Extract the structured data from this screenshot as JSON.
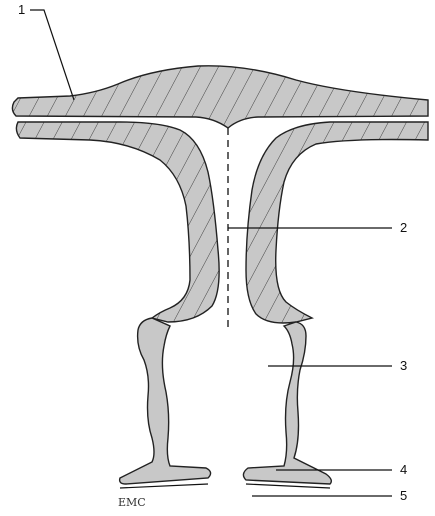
{
  "labels": [
    {
      "id": "1",
      "text": "1"
    },
    {
      "id": "2",
      "text": "2"
    },
    {
      "id": "3",
      "text": "3"
    },
    {
      "id": "4",
      "text": "4"
    },
    {
      "id": "5",
      "text": "5"
    }
  ],
  "publisher_mark": "EMC",
  "colors": {
    "tissue": "#c8c8c8",
    "outline": "#222222",
    "background": "#ffffff"
  }
}
